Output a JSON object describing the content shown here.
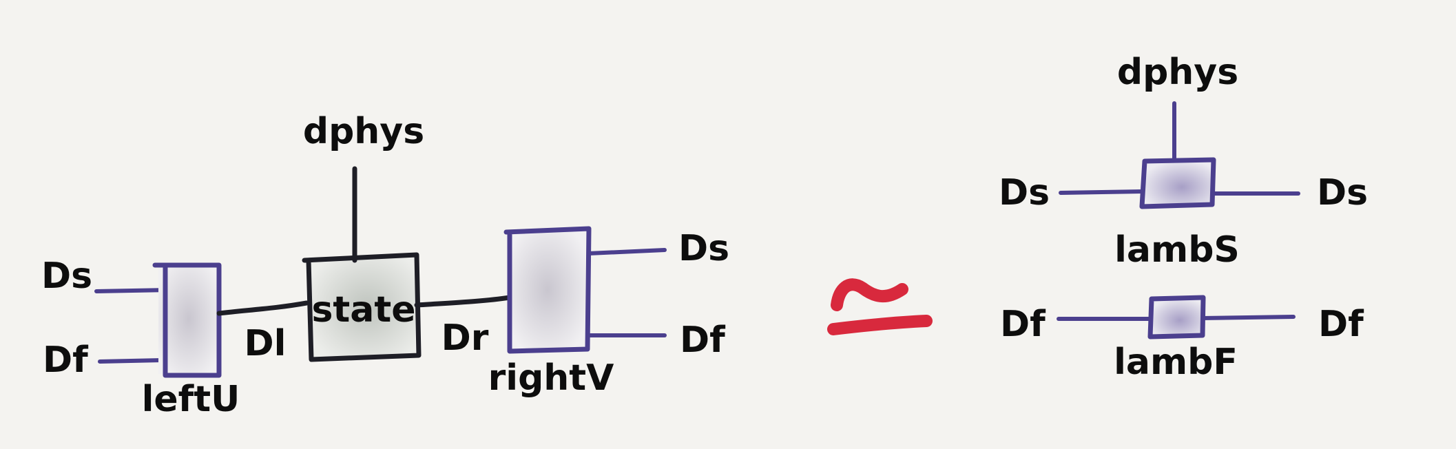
{
  "colors": {
    "background": "#f4f3f0",
    "purple_wire": "#4b3f8e",
    "dark_wire": "#1e1e26",
    "red_symbol": "#d8293d",
    "text": "#0d0d0d"
  },
  "left_diagram": {
    "left_inputs": [
      "Ds",
      "Df"
    ],
    "leftU": {
      "label": "leftU"
    },
    "wire_left": "Dl",
    "state": {
      "label": "state",
      "top_wire": "dphys"
    },
    "wire_right": "Dr",
    "rightV": {
      "label": "rightV"
    },
    "right_outputs": [
      "Ds",
      "Df"
    ]
  },
  "equivalence_symbol": "≃",
  "right_diagram": {
    "lambS": {
      "label": "lambS",
      "top_wire": "dphys",
      "left_wire": "Ds",
      "right_wire": "Ds"
    },
    "lambF": {
      "label": "lambF",
      "left_wire": "Df",
      "right_wire": "Df"
    }
  }
}
